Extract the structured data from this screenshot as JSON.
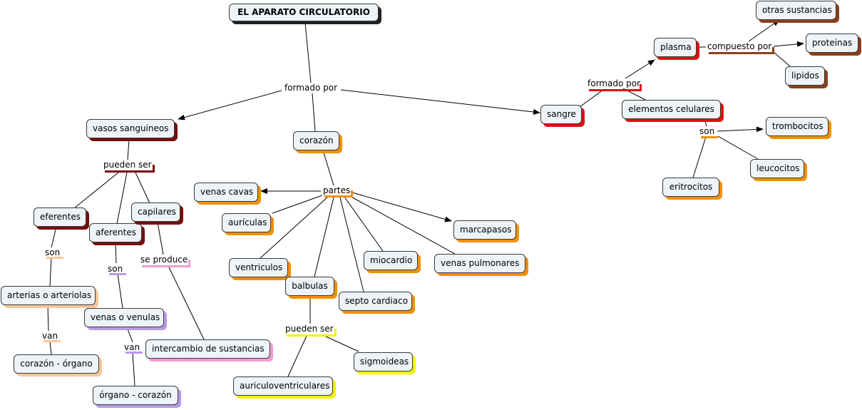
{
  "title": "EL APARATO CIRCULATORIO",
  "colors": {
    "dark_red": "#7a0c0c",
    "red": "#e01010",
    "orange": "#f0900a",
    "brown": "#8a3f1a",
    "peach": "#f7c79a",
    "lavender": "#b79ae6",
    "pink": "#f19ad0",
    "yellow": "#f2f20a",
    "black_shadow": "#222222"
  },
  "nodes": {
    "vasos": "vasos sanguineos",
    "corazon": "corazón",
    "sangre": "sangre",
    "plasma": "plasma",
    "otras": "otras sustancias",
    "proteinas": "proteinas",
    "lipidos": "lipidos",
    "elementos": "elementos celulares",
    "trombocitos": "trombocitos",
    "leucocitos": "leucocitos",
    "eritrocitos": "eritrocitos",
    "eferentes": "eferentes",
    "aferentes": "aferentes",
    "capilares": "capilares",
    "arterias": "arterias o arteriolas",
    "venas_venulas": "venas o venulas",
    "corazon_organo": "corazón - órgano",
    "organo_corazon": "órgano - corazón",
    "intercambio": "intercambio de sustancias",
    "venas_cavas": "venas cavas",
    "auriculas": "aurículas",
    "ventriculos": "ventriculos",
    "balbulas": "balbulas",
    "septo": "septo cardiaco",
    "miocardio": "miocardio",
    "venas_pulmonares": "venas pulmonares",
    "marcapasos": "marcapasos",
    "auriculoventriculares": "auriculoventriculares",
    "sigmoideas": "sigmoideas"
  },
  "labels": {
    "formado_por": "formado por",
    "formado_por_sangre": "formado por",
    "compuesto_por": "compuesto por",
    "son_elementos": "son",
    "pueden_ser_vasos": "pueden ser",
    "partes": "partes",
    "son_eferentes": "son",
    "son_aferentes": "son",
    "se_produce": "se produce",
    "van_arterias": "van",
    "van_venas": "van",
    "pueden_ser_balbulas": "pueden ser"
  }
}
